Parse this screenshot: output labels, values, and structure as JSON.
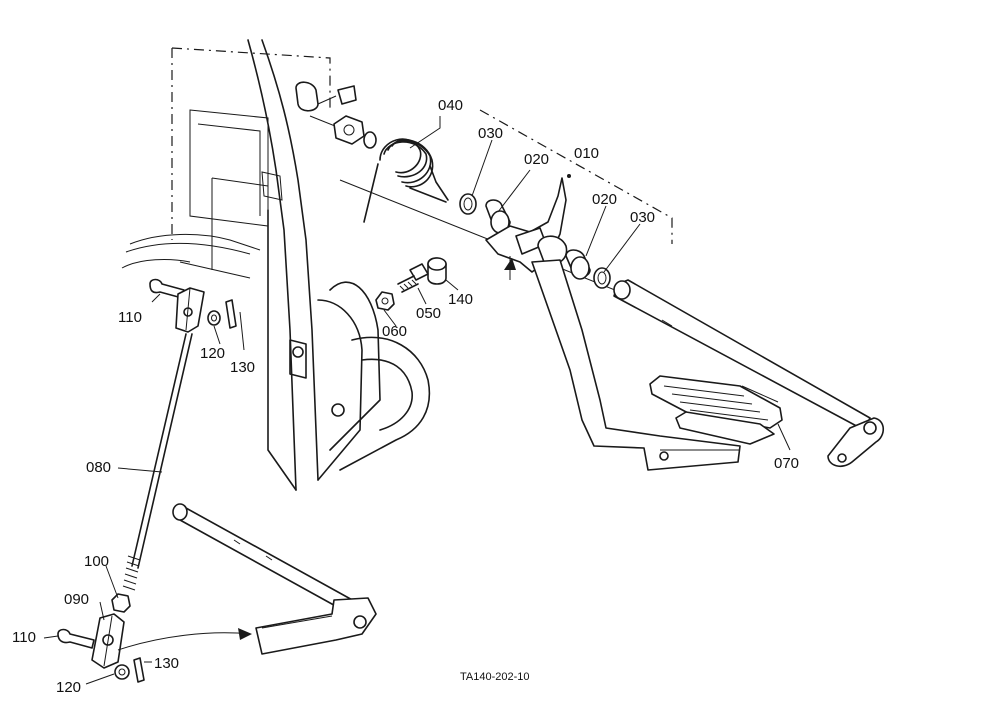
{
  "parts": [
    {
      "id": "p010",
      "label": "010"
    },
    {
      "id": "p020a",
      "label": "020"
    },
    {
      "id": "p020b",
      "label": "020"
    },
    {
      "id": "p030a",
      "label": "030"
    },
    {
      "id": "p030b",
      "label": "030"
    },
    {
      "id": "p040",
      "label": "040"
    },
    {
      "id": "p050",
      "label": "050"
    },
    {
      "id": "p060",
      "label": "060"
    },
    {
      "id": "p070",
      "label": "070"
    },
    {
      "id": "p080",
      "label": "080"
    },
    {
      "id": "p090",
      "label": "090"
    },
    {
      "id": "p100",
      "label": "100"
    },
    {
      "id": "p110a",
      "label": "110"
    },
    {
      "id": "p110b",
      "label": "110"
    },
    {
      "id": "p120a",
      "label": "120"
    },
    {
      "id": "p120b",
      "label": "120"
    },
    {
      "id": "p130a",
      "label": "130"
    },
    {
      "id": "p130b",
      "label": "130"
    },
    {
      "id": "p140",
      "label": "140"
    }
  ],
  "figure_code": "TA140-202-10"
}
